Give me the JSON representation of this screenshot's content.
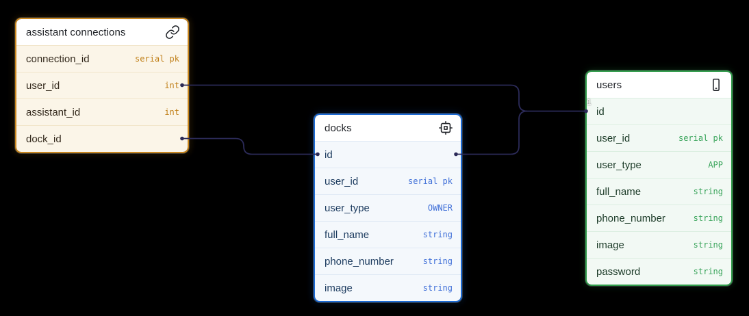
{
  "diagram": {
    "background_color": "#000000",
    "wire_color": "#2b2a58",
    "cardinality_one_label": "1"
  },
  "tables": [
    {
      "name": "assistant connections",
      "icon": "link-icon",
      "accent_color": "#c8851d",
      "fields": [
        {
          "name": "connection_id",
          "type": "serial pk"
        },
        {
          "name": "user_id",
          "type": "int"
        },
        {
          "name": "assistant_id",
          "type": "int"
        },
        {
          "name": "dock_id",
          "type": ""
        }
      ]
    },
    {
      "name": "docks",
      "icon": "cpu-icon",
      "accent_color": "#1b6ad5",
      "fields": [
        {
          "name": "id",
          "type": ""
        },
        {
          "name": "user_id",
          "type": "serial pk"
        },
        {
          "name": "user_type",
          "type": "OWNER"
        },
        {
          "name": "full_name",
          "type": "string"
        },
        {
          "name": "phone_number",
          "type": "string"
        },
        {
          "name": "image",
          "type": "string"
        }
      ]
    },
    {
      "name": "users",
      "icon": "smartphone-icon",
      "accent_color": "#2f9c4a",
      "fields": [
        {
          "name": "id",
          "type": ""
        },
        {
          "name": "user_id",
          "type": "serial pk"
        },
        {
          "name": "user_type",
          "type": "APP"
        },
        {
          "name": "full_name",
          "type": "string"
        },
        {
          "name": "phone_number",
          "type": "string"
        },
        {
          "name": "image",
          "type": "string"
        },
        {
          "name": "password",
          "type": "string"
        }
      ]
    }
  ],
  "relationships": [
    {
      "from": "assistant connections.user_id",
      "to": "users.id",
      "to_cardinality": "1"
    },
    {
      "from": "assistant connections.dock_id",
      "to": "docks.id",
      "to_cardinality": ""
    },
    {
      "from": "docks.id",
      "to": "users.id",
      "to_cardinality": "1"
    }
  ]
}
